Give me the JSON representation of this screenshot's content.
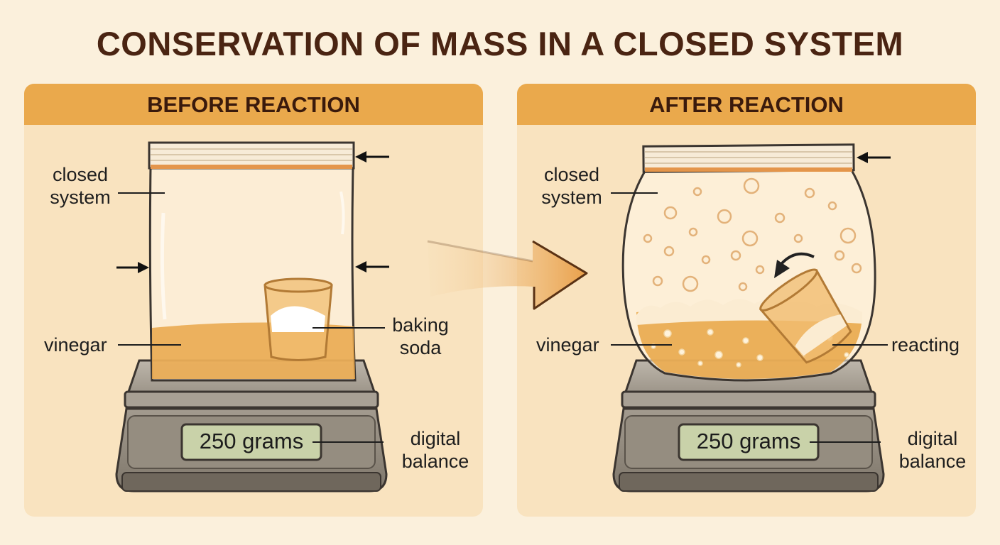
{
  "title": "CONSERVATION OF MASS IN A CLOSED SYSTEM",
  "before": {
    "header": "BEFORE REACTION",
    "label_closed_line1": "closed",
    "label_closed_line2": "system",
    "label_vinegar": "vinegar",
    "label_baking_line1": "baking",
    "label_baking_line2": "soda",
    "label_balance_line1": "digital",
    "label_balance_line2": "balance",
    "reading": "250 grams"
  },
  "after": {
    "header": "AFTER REACTION",
    "label_closed_line1": "closed",
    "label_closed_line2": "system",
    "label_vinegar": "vinegar",
    "label_reacting": "reacting",
    "label_balance_line1": "digital",
    "label_balance_line2": "balance",
    "reading": "250 grams"
  },
  "colors": {
    "background": "#fbf0dc",
    "panel": "#f9e3bf",
    "header": "#eaa94c",
    "title": "#4a2412",
    "liquid": "#e9a84d",
    "scale": "#8f877b",
    "display": "#c9d2a9"
  }
}
